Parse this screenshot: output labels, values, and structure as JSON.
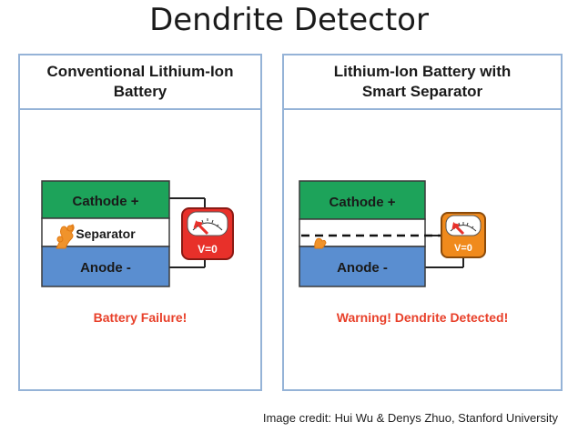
{
  "title": "Dendrite Detector",
  "left_panel": {
    "header_line1": "Conventional Lithium-Ion",
    "header_line2": "Battery",
    "cathode_label": "Cathode +",
    "separator_label": "Separator",
    "anode_label": "Anode -",
    "meter_reading": "V=0",
    "status": "Battery Failure!"
  },
  "right_panel": {
    "header_line1": "Lithium-Ion Battery with",
    "header_line2": "Smart Separator",
    "cathode_label": "Cathode +",
    "anode_label": "Anode -",
    "meter_reading": "V=0",
    "status": "Warning! Dendrite Detected!"
  },
  "credit": "Image credit: Hui Wu & Denys Zhuo, Stanford University",
  "colors": {
    "cathode": "#1da35a",
    "anode": "#5a8ed0",
    "panel_border": "#95b3d7",
    "status_text": "#e8402a",
    "meter_red": "#e8302a",
    "meter_orange": "#f08a1c",
    "dendrite": "#f0932b"
  }
}
